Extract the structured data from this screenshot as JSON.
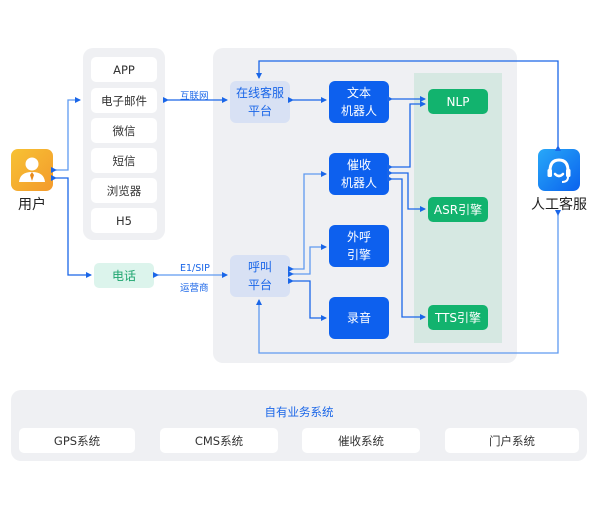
{
  "user": {
    "label": "用户",
    "icon": "user-avatar-icon",
    "color": "#f5a623"
  },
  "agent": {
    "label": "人工客服",
    "icon": "headset-icon",
    "color": "#1677ff"
  },
  "channels": [
    "APP",
    "电子邮件",
    "微信",
    "短信",
    "浏览器",
    "H5"
  ],
  "phone": {
    "label": "电话"
  },
  "links": {
    "internet": "互联网",
    "carrier_line1": "E1/SIP",
    "carrier_line2": "运营商"
  },
  "platforms": {
    "online": {
      "line1": "在线客服",
      "line2": "平台"
    },
    "call": {
      "line1": "呼叫",
      "line2": "平台"
    }
  },
  "modules": {
    "text_bot": {
      "line1": "文本",
      "line2": "机器人"
    },
    "collect_bot": {
      "line1": "催收",
      "line2": "机器人"
    },
    "outbound": {
      "line1": "外呼",
      "line2": "引擎"
    },
    "recording": {
      "line1": "录音"
    }
  },
  "engines": [
    "NLP",
    "ASR引擎",
    "TTS引擎"
  ],
  "business": {
    "title": "自有业务系统",
    "systems": [
      "GPS系统",
      "CMS系统",
      "催收系统",
      "门户系统"
    ]
  },
  "colors": {
    "primary_blue": "#0d60ee",
    "line_blue": "#1a66e8",
    "engine_green": "#12b36e",
    "panel_gray": "#eff0f3",
    "engine_zone": "#d6e8e2"
  }
}
